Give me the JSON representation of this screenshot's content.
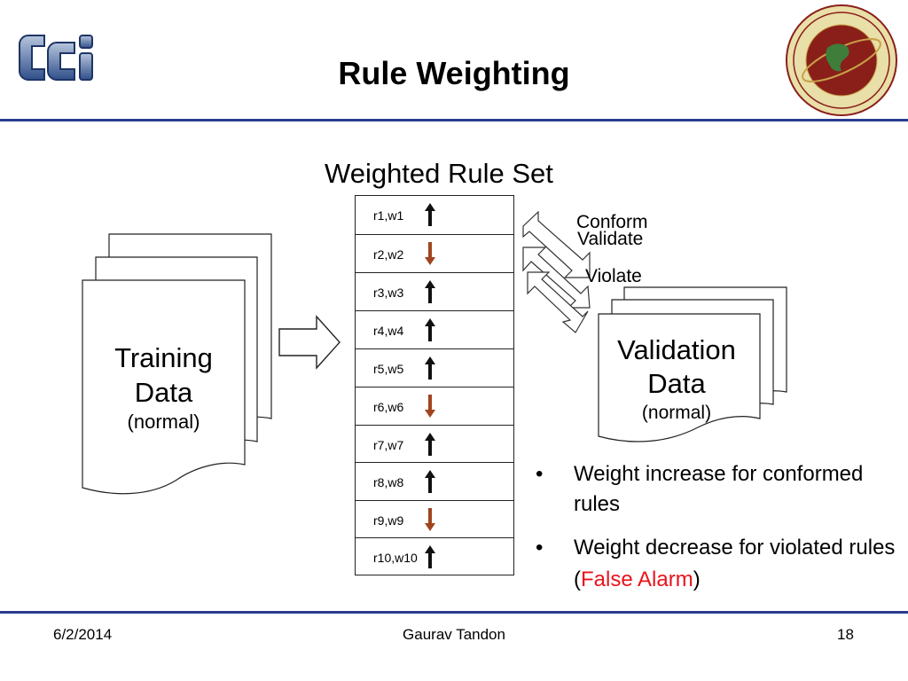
{
  "slide": {
    "title": "Rule Weighting",
    "subtitle": "Weighted Rule Set",
    "logo_left": "CCi",
    "training": {
      "line1": "Training",
      "line2": "Data",
      "line3": "(normal)"
    },
    "validation": {
      "line1": "Validation",
      "line2": "Data",
      "line3": "(normal)"
    },
    "conform_label": "Conform",
    "validate_label": "Validate",
    "violate_label": "Violate",
    "rules": [
      {
        "label": "r1,w1",
        "direction": "up"
      },
      {
        "label": "r2,w2",
        "direction": "down"
      },
      {
        "label": "r3,w3",
        "direction": "up"
      },
      {
        "label": "r4,w4",
        "direction": "up"
      },
      {
        "label": "r5,w5",
        "direction": "up"
      },
      {
        "label": "r6,w6",
        "direction": "down"
      },
      {
        "label": "r7,w7",
        "direction": "up"
      },
      {
        "label": "r8,w8",
        "direction": "up"
      },
      {
        "label": "r9,w9",
        "direction": "down"
      },
      {
        "label": "r10,w10",
        "direction": "up"
      }
    ],
    "bullets": {
      "b1": "Weight increase for conformed rules",
      "b2_pre": "Weight decrease for violated rules (",
      "b2_red": "False Alarm",
      "b2_post": ")"
    },
    "footer": {
      "date": "6/2/2014",
      "author": "Gaurav Tandon",
      "page": "18"
    },
    "colors": {
      "accent_line": "#2b3d8f",
      "up_arrow": "#111111",
      "down_arrow": "#a0451f",
      "alarm": "#e8141b"
    }
  }
}
